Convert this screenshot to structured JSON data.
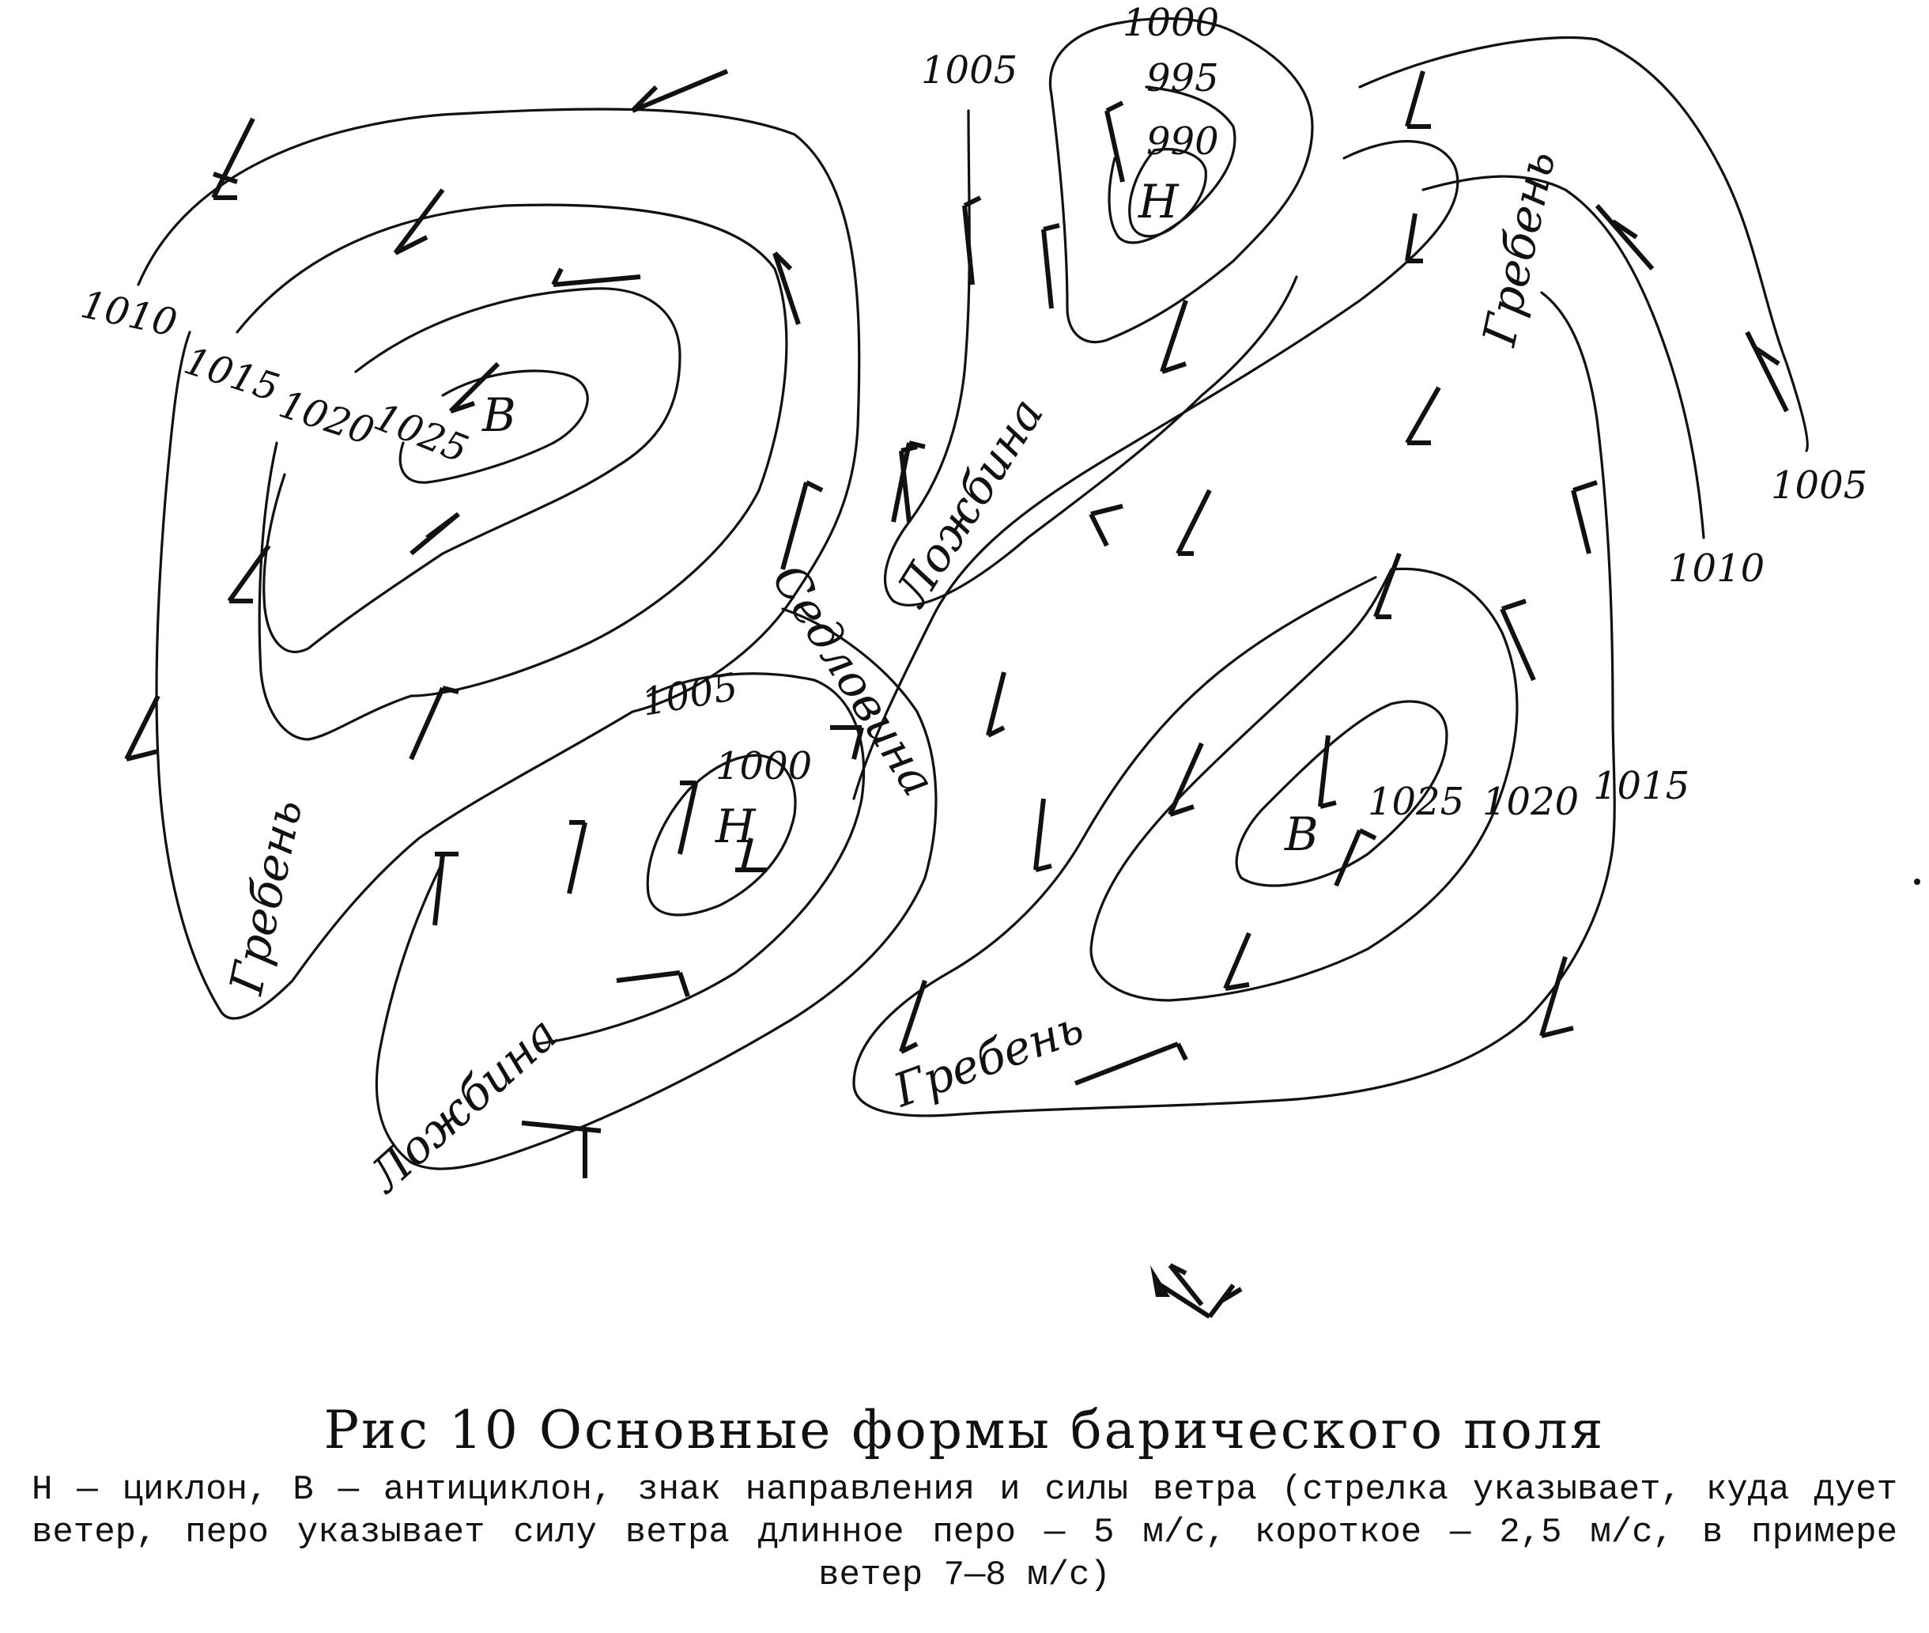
{
  "figure": {
    "caption_title": "Рис 10 Основные формы барического поля",
    "caption_text": "Н — циклон, В — антициклон, знак направления и силы ветра (стрелка указывает, куда дует ветер, перо указывает силу ветра длинное перо — 5 м/с, короткое — 2,5 м/с, в примере ветер 7—8 м/с)"
  },
  "isobar_labels": {
    "l1010_nw": "1010",
    "l1015_nw": "1015",
    "l1020_nw": "1020",
    "l1025_nw": "1025",
    "l1005_n": "1005",
    "l1000_n": "1000",
    "l995_n": "995",
    "l990_n": "990",
    "l1005_c": "1005",
    "l1000_c": "1000",
    "l1025_se": "1025",
    "l1020_se": "1020",
    "l1015_se": "1015",
    "l1005_ne": "1005",
    "l1010_ne": "1010"
  },
  "pressure_centers": {
    "high_nw": "В",
    "low_n": "Н",
    "low_c": "Н",
    "high_se": "В"
  },
  "forms": {
    "ridge_west": "Гребень",
    "trough_north": "Ложбина",
    "saddle": "Седловина",
    "ridge_northeast": "Гребень",
    "trough_south": "Ложбина",
    "ridge_southeast": "Гребень"
  }
}
